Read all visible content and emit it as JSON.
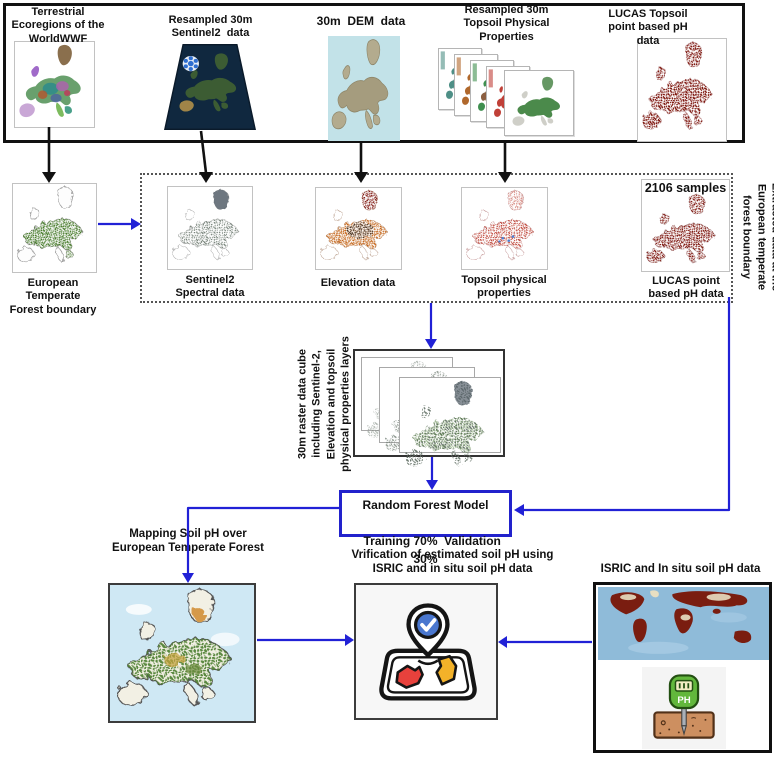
{
  "colors": {
    "connector_blue": "#2121d6",
    "connector_black": "#111111",
    "model_box_border": "#2222cc",
    "lucas_point_red": "#7d150f",
    "forest_green": "#4a7d2e"
  },
  "top_row": {
    "ecoregions": {
      "label": "Terrestrial\nEcoregions of the\nWorldWWF"
    },
    "sentinel": {
      "label": "Resampled 30m\nSentinel2  data"
    },
    "dem": {
      "label": "30m  DEM  data"
    },
    "topsoil": {
      "label": "Resampled 30m\nTopsoil Physical\nProperties"
    },
    "lucas": {
      "label": "LUCAS Topsoil\npoint based pH\ndata"
    }
  },
  "row2": {
    "forest_boundary": {
      "label": "European\nTemperate\nForest boundary"
    },
    "spectral": {
      "label": "Sentinel2\nSpectral data"
    },
    "elevation": {
      "label": "Elevation data"
    },
    "topsoil_props": {
      "label": "Topsoil physical\nproperties"
    },
    "lucas_points": {
      "badge": "2106 samples",
      "label": "LUCAS point\nbased pH data"
    },
    "side_note": "Extracted data at the\nEuropean temperate\nforest boundary"
  },
  "cube": {
    "note": "30m raster data cube\nincluding Sentinel-2,\nElevation and topsoil\nphysical properties layers"
  },
  "model": {
    "line1": "Random Forest Model",
    "line2": "Training 70%  Validation 30%"
  },
  "bottom": {
    "mapping": {
      "label": "Mapping Soil pH over\nEuropean Temperate Forest"
    },
    "verification": {
      "label": "Vrification of estimated soil pH using\nISRIC and in situ soil pH data"
    },
    "isric": {
      "label": "ISRIC and In situ soil pH data",
      "ph_meter_text": "PH"
    }
  }
}
